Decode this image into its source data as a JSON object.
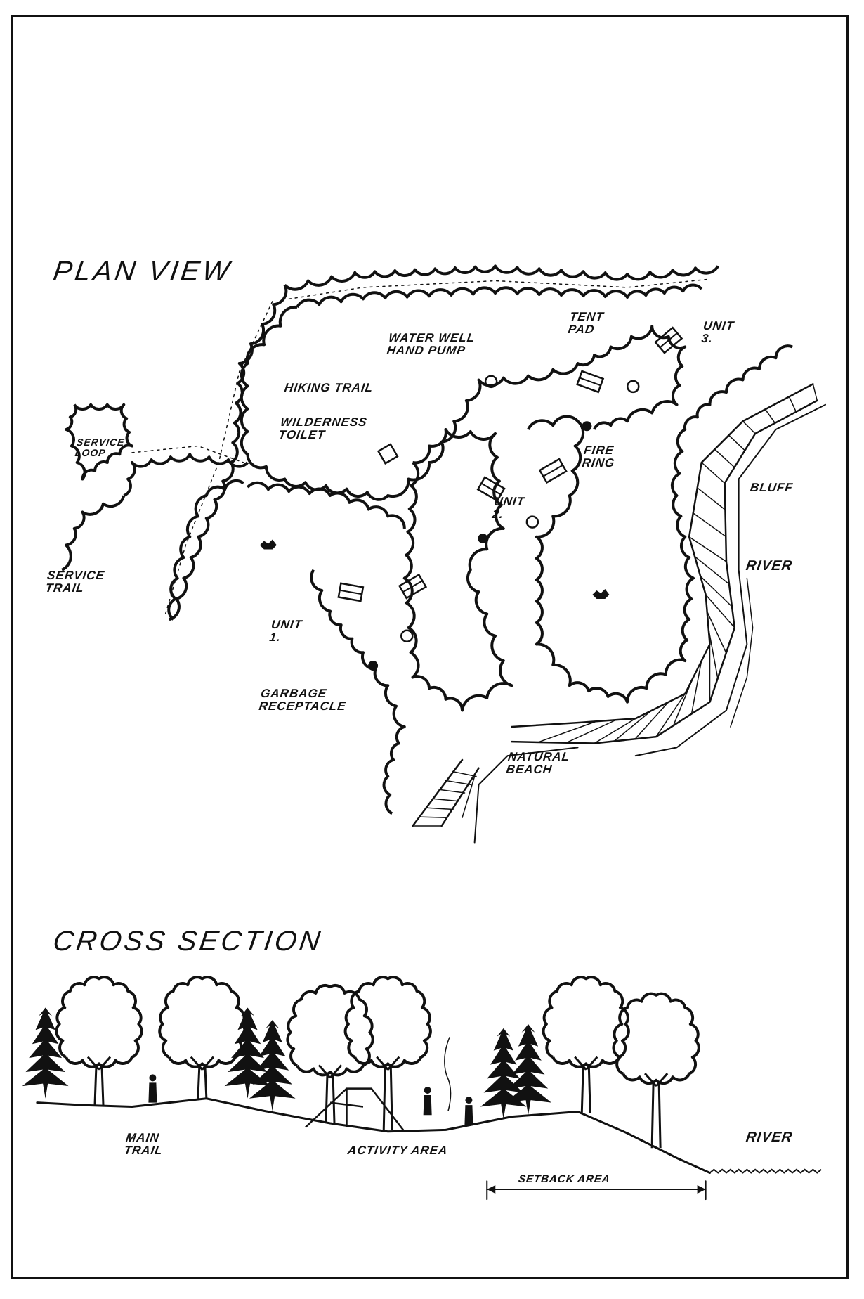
{
  "plan_view": {
    "title": "Plan View",
    "labels": {
      "water_well": [
        "Water Well",
        "Hand Pump"
      ],
      "tent_pad": [
        "Tent",
        "Pad"
      ],
      "unit_3": [
        "Unit",
        "3."
      ],
      "hiking_trail": "Hiking Trail",
      "wilderness_toilet": [
        "Wilderness",
        "Toilet"
      ],
      "fire_ring": [
        "Fire",
        "Ring"
      ],
      "service_loop": [
        "Service",
        "Loop"
      ],
      "unit_2": [
        "Unit",
        "2."
      ],
      "bluff": "Bluff",
      "river": "River",
      "service_trail": [
        "Service",
        "Trail"
      ],
      "unit_1": [
        "Unit",
        "1."
      ],
      "garbage": [
        "Garbage",
        "Receptacle"
      ],
      "natural_beach": [
        "Natural",
        "Beach"
      ]
    }
  },
  "cross_section": {
    "title": "Cross Section",
    "labels": {
      "main_trail": [
        "Main",
        "Trail"
      ],
      "activity_area": "Activity Area",
      "river": "River",
      "setback_area": "Setback Area"
    }
  }
}
